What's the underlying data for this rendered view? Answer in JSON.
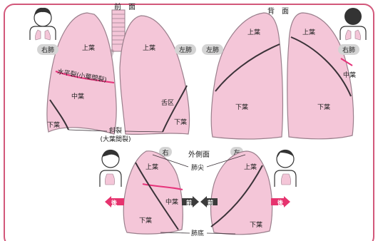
{
  "views": {
    "front": "前　面",
    "back": "背　面",
    "lateral": "外側面"
  },
  "sides": {
    "right_lung": "右肺",
    "left_lung": "左肺",
    "right_short": "右",
    "left_short": "左"
  },
  "lobes": {
    "upper": "上葉",
    "middle": "中葉",
    "lower": "下葉",
    "lingula": "舌区"
  },
  "fissures": {
    "horizontal": "水平裂(小葉間裂)",
    "oblique_1": "斜裂",
    "oblique_2": "(大葉間裂)"
  },
  "parts": {
    "apex": "肺尖",
    "base": "肺底"
  },
  "directions": {
    "posterior": "後",
    "anterior": "前"
  },
  "colors": {
    "frame": "#d2577a",
    "lung_fill": "#f4c6d8",
    "lung_stroke": "#9a7f8c",
    "fissure": "#3a3238",
    "horizontal_fissure": "#e6337a",
    "pill": "#d4d4d4",
    "arrow_pink": "#e6336e",
    "arrow_dark": "#3b3b3b"
  }
}
